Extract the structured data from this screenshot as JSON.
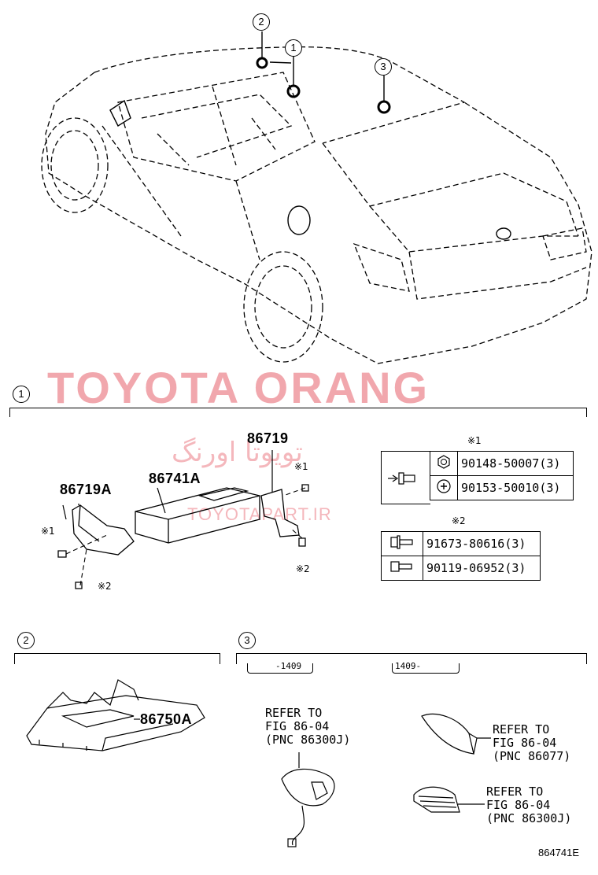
{
  "watermark": {
    "brand": "TOYOTA ORANG",
    "brand_farsi": "تویوتا اورنگ",
    "site": "TOYOTAPART.IR"
  },
  "callouts": {
    "c1": "1",
    "c2": "2",
    "c3": "3"
  },
  "section1": {
    "label_86719": "86719",
    "label_86741A": "86741A",
    "label_86719A": "86719A",
    "mark_1a": "※1",
    "mark_1b": "※1",
    "mark_2a": "※2",
    "mark_2b": "※2",
    "table1_header": "※1",
    "table1_rows": [
      "90148-50007(3)",
      "90153-50010(3)"
    ],
    "table2_header": "※2",
    "table2_rows": [
      "91673-80616(3)",
      "90119-06952(3)"
    ]
  },
  "section2": {
    "label_86750A": "86750A"
  },
  "section3": {
    "range_left": "-1409",
    "range_right": "1409-",
    "ref_a": [
      "REFER TO",
      "FIG 86-04",
      "(PNC 86300J)"
    ],
    "ref_b": [
      "REFER TO",
      "FIG 86-04",
      "(PNC 86077)"
    ],
    "ref_c": [
      "REFER TO",
      "FIG 86-04",
      "(PNC 86300J)"
    ]
  },
  "figure_code": "864741E"
}
